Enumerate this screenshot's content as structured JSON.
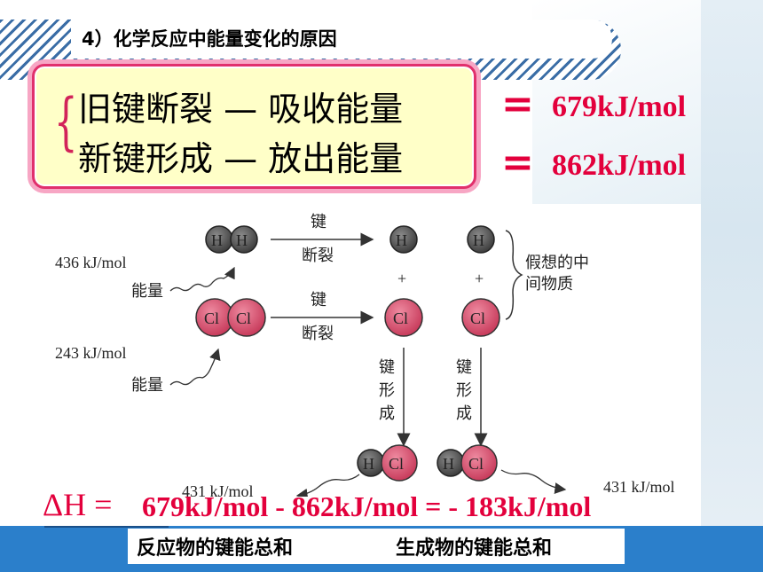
{
  "title": "4）化学反应中能量变化的原因",
  "box": {
    "line1": "旧键断裂 — 吸收能量",
    "line2": "新键形成 — 放出能量"
  },
  "values": {
    "eq_sign": "=",
    "absorb": "679kJ/mol",
    "release": "862kJ/mol"
  },
  "diagram": {
    "h_label": "H",
    "cl_label": "Cl",
    "plus": "+",
    "bond_break_1": "键",
    "bond_break_2": "断裂",
    "bond_form_1": "键",
    "bond_form_2": "形",
    "bond_form_3": "成",
    "hh_energy": "436 kJ/mol",
    "clcl_energy": "243 kJ/mol",
    "energy_word": "能量",
    "hcl_energy": "431 kJ/mol",
    "intermediate_1": "假想的中",
    "intermediate_2": "间物质"
  },
  "equation": {
    "delta_h": "ΔH =",
    "expression": "679kJ/mol  -  862kJ/mol =  - 183kJ/mol"
  },
  "bottom": {
    "reactants": "反应物的键能总和",
    "products": "生成物的键能总和"
  },
  "colors": {
    "accent_red": "#e3003c",
    "box_border": "#e1306c",
    "box_fill": "#ffffc8",
    "cl_atom": "#d9506b",
    "h_atom": "#555555",
    "bottom_bar": "#2b7fcb"
  }
}
